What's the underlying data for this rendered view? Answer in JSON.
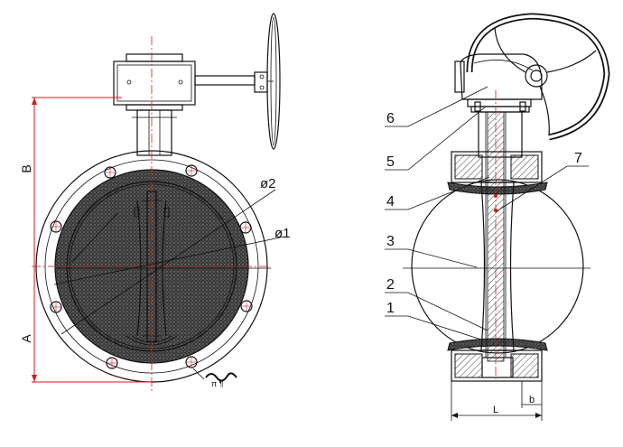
{
  "colors": {
    "line": "#111111",
    "dimension": "#d81b1b",
    "body_fill": "#e2e2e2",
    "liner_fill": "#3b3b3b",
    "gear_fill": "#d4d4d4"
  },
  "front_view": {
    "dimensions": {
      "A": "A",
      "B": "B",
      "d1": "ø1",
      "d2": "ø2"
    },
    "signature_text": "π ¶"
  },
  "side_view": {
    "callouts": [
      "1",
      "2",
      "3",
      "4",
      "5",
      "6",
      "7"
    ],
    "dimensions": {
      "L": "L",
      "b": "b"
    }
  }
}
